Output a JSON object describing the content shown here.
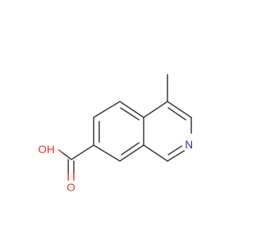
{
  "molecule": {
    "atoms": {
      "hydroxyl": "OH",
      "carbonyl_oxygen": "O",
      "ring_nitrogen": "N"
    },
    "colors": {
      "bond": "#3a3a3a",
      "oxygen": "#e8332a",
      "nitrogen": "#2a2ae0",
      "background": "#ffffff"
    }
  }
}
